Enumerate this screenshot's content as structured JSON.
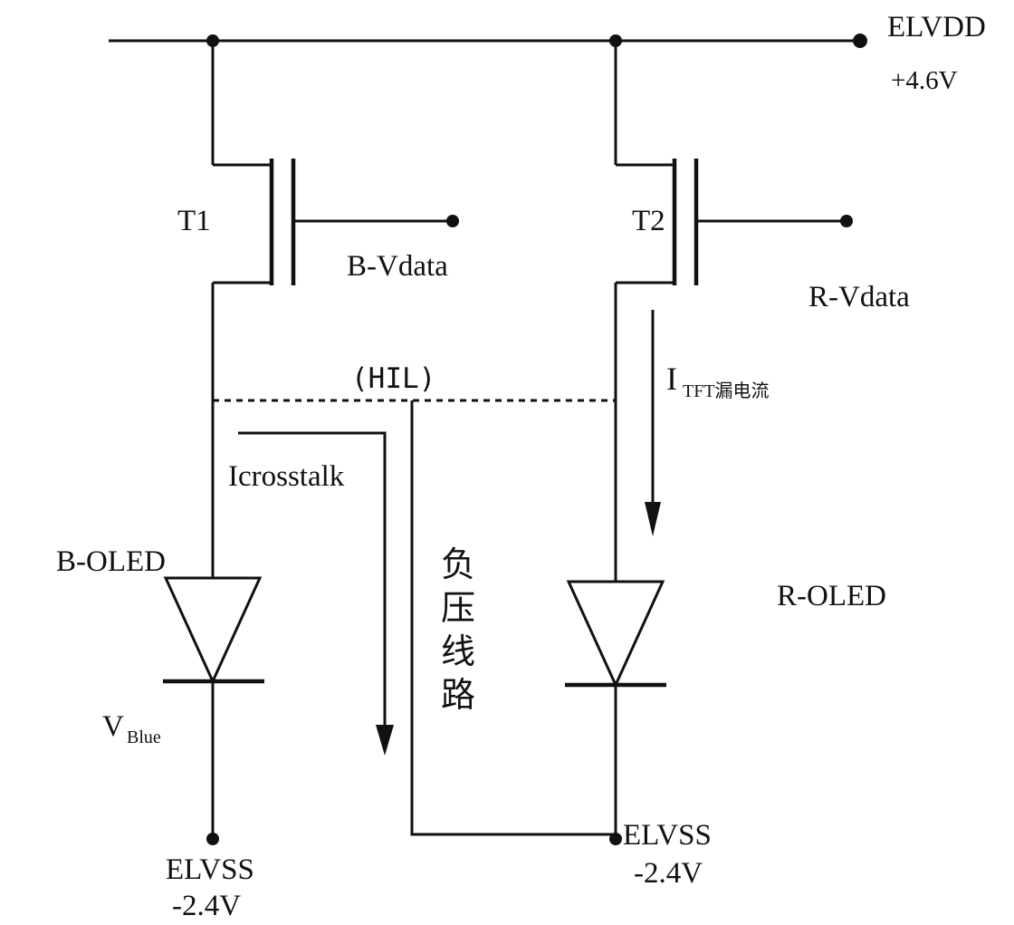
{
  "title": "OLED pixel crosstalk circuit schematic",
  "colors": {
    "line": "#111111",
    "background": "#ffffff"
  },
  "power": {
    "elvdd_label": "ELVDD",
    "elvdd_voltage": "+4.6V",
    "elvss_left_label": "ELVSS",
    "elvss_left_voltage": "-2.4V",
    "elvss_right_label": "ELVSS",
    "elvss_right_voltage": "-2.4V"
  },
  "transistors": {
    "t1_label": "T1",
    "t2_label": "T2",
    "b_vdata_label": "B-Vdata",
    "r_vdata_label": "R-Vdata"
  },
  "nodes": {
    "hil_label": "(HIL)"
  },
  "currents": {
    "icrosstalk_label": "Icrosstalk",
    "itft_main": "I",
    "itft_sub": "TFT漏电流"
  },
  "oleds": {
    "b_oled_label": "B-OLED",
    "r_oled_label": "R-OLED",
    "v_blue_main": "V",
    "v_blue_sub": "Blue"
  },
  "neg_line_chars": [
    "负",
    "压",
    "线",
    "路"
  ]
}
